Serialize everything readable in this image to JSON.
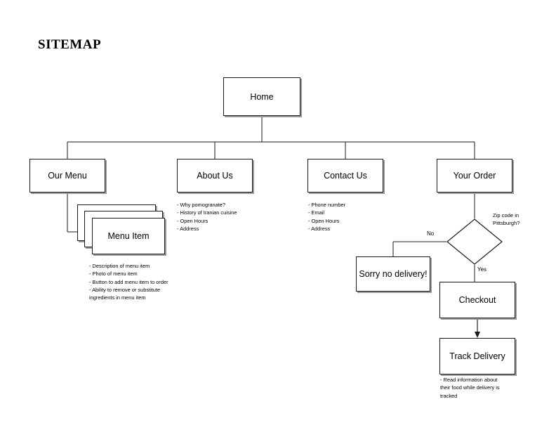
{
  "page": {
    "title": "SITEMAP",
    "background": "#ffffff",
    "line_color": "#1a1a1a",
    "shadow_color": "#9a9a9a"
  },
  "diagram": {
    "type": "sitemap-flowchart",
    "root": {
      "label": "Home"
    },
    "level2": [
      {
        "label": "Our Menu"
      },
      {
        "label": "About Us"
      },
      {
        "label": "Contact Us"
      },
      {
        "label": "Your Order"
      }
    ],
    "menu_item_stack": {
      "label": "Menu Item",
      "card_count": 3
    },
    "decision": {
      "label": "Zip code in\nPittsburgh?",
      "yes_label": "Yes",
      "no_label": "No"
    },
    "no_branch": {
      "label": "Sorry no delivery!"
    },
    "yes_branch": [
      {
        "label": "Checkout"
      },
      {
        "label": "Track Delivery"
      }
    ],
    "notes": {
      "menu_item": "- Description of menu item\n- Photo of menu item\n- Button to add menu item to order\n- Ability to remove or substitute\ningredients in menu item",
      "about_us": "- Why pomogranate?\n- History of Iranian cuisine\n- Open Hours\n- Address",
      "contact_us": "- Phone number\n- Email\n- Open Hours\n- Address",
      "track_delivery": "- Read information about\ntheir food while delivery is\ntracked"
    }
  }
}
